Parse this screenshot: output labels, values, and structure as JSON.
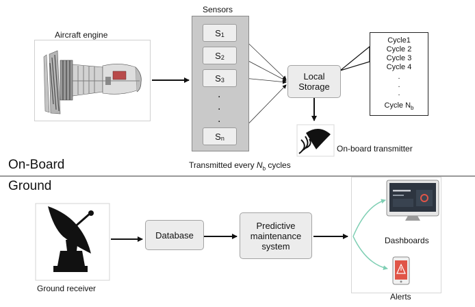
{
  "onboard": {
    "section_label": "On-Board",
    "engine_label": "Aircraft engine",
    "sensors_title": "Sensors",
    "sensors": [
      {
        "letter": "S",
        "sub": "1"
      },
      {
        "letter": "S",
        "sub": "2"
      },
      {
        "letter": "S",
        "sub": "3"
      },
      {
        "letter": "S",
        "sub": "n"
      }
    ],
    "ellipsis": ".",
    "storage_line1": "Local",
    "storage_line2": "Storage",
    "cycles": [
      "Cycle1",
      "Cycle 2",
      "Cycle 3",
      "Cycle 4",
      ".",
      ".",
      "."
    ],
    "cycle_last": {
      "text": "Cycle N",
      "sub": "b"
    },
    "transmitter_label": "On-board transmitter",
    "transmit_caption": {
      "prefix": "Transmitted every ",
      "var": "N",
      "sub": "b",
      "suffix": " cycles"
    }
  },
  "ground": {
    "section_label": "Ground",
    "receiver_label": "Ground receiver",
    "database_label": "Database",
    "pm_line1": "Predictive",
    "pm_line2": "maintenance",
    "pm_line3": "system",
    "dashboards_label": "Dashboards",
    "alerts_label": "Alerts"
  },
  "colors": {
    "box_fill": "#ececec",
    "sensor_column": "#c9c9c9",
    "output_arrow": "#7fcfb4",
    "alert_red": "#e05548",
    "dashboard_screen": "#2d3540"
  },
  "icons": [
    "jet-engine-icon",
    "transmitter-dish-icon",
    "satellite-dish-icon",
    "monitor-dashboard-icon",
    "phone-alert-icon"
  ]
}
